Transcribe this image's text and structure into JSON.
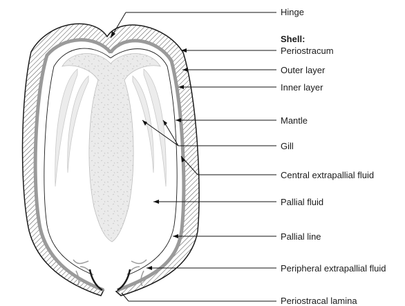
{
  "labels": {
    "hinge": "Hinge",
    "shell_heading": "Shell:",
    "periostracum": "Periostracum",
    "outer_layer": "Outer layer",
    "inner_layer": "Inner layer",
    "mantle": "Mantle",
    "gill": "Gill",
    "central_extrapallial_fluid": "Central extrapallial fluid",
    "pallial_fluid": "Pallial fluid",
    "pallial_line": "Pallial line",
    "peripheral_extrapallial_fluid": "Peripheral extrapallial fluid",
    "periostracal_lamina": "Periostracal lamina"
  },
  "colors": {
    "shell_outline": "#1a1a1a",
    "inner_layer_band": "#9a9a9a",
    "gill_fill": "#e9e9e9",
    "hatch": "#555555",
    "text": "#1a1a1a"
  }
}
